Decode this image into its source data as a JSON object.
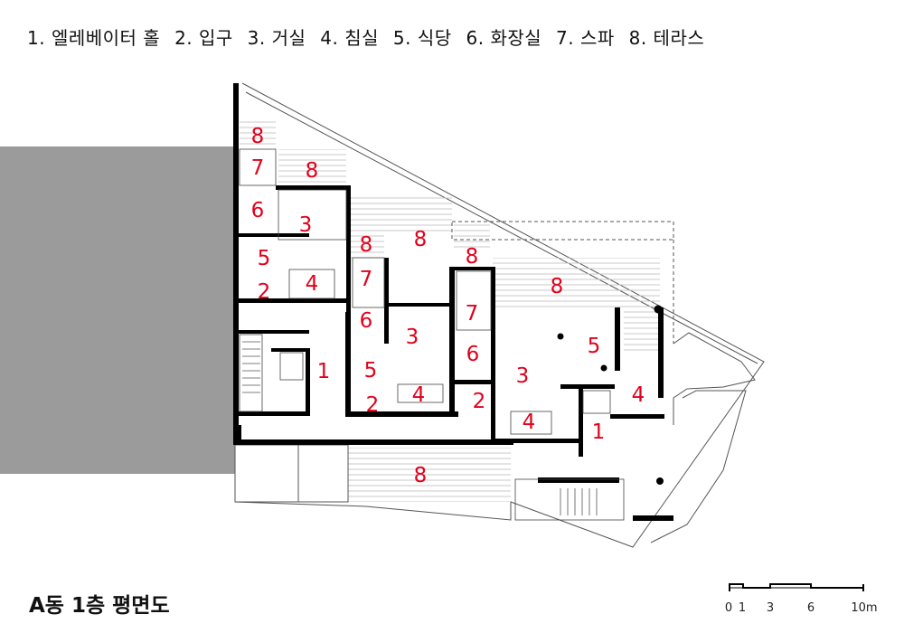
{
  "legend": [
    "1. 엘레베이터 홀",
    "2. 입구",
    "3. 거실",
    "4. 침실",
    "5. 식당",
    "6. 화장실",
    "7. 스파",
    "8. 테라스"
  ],
  "plan_title": "A동 1층 평면도",
  "scale_bar": {
    "labels": [
      "0",
      "1",
      "3",
      "6",
      "10m"
    ]
  },
  "colors": {
    "number_label": "#e3001b",
    "wall": "#000000",
    "neighbor_block": "#9b9b9b",
    "terrace_hatch": "#c8c8c8"
  },
  "room_labels": [
    "8",
    "7",
    "8",
    "6",
    "3",
    "8",
    "8",
    "8",
    "5",
    "2",
    "4",
    "7",
    "8",
    "6",
    "3",
    "5",
    "1",
    "7",
    "6",
    "5",
    "3",
    "4",
    "2",
    "4",
    "2",
    "1",
    "4",
    "8"
  ]
}
